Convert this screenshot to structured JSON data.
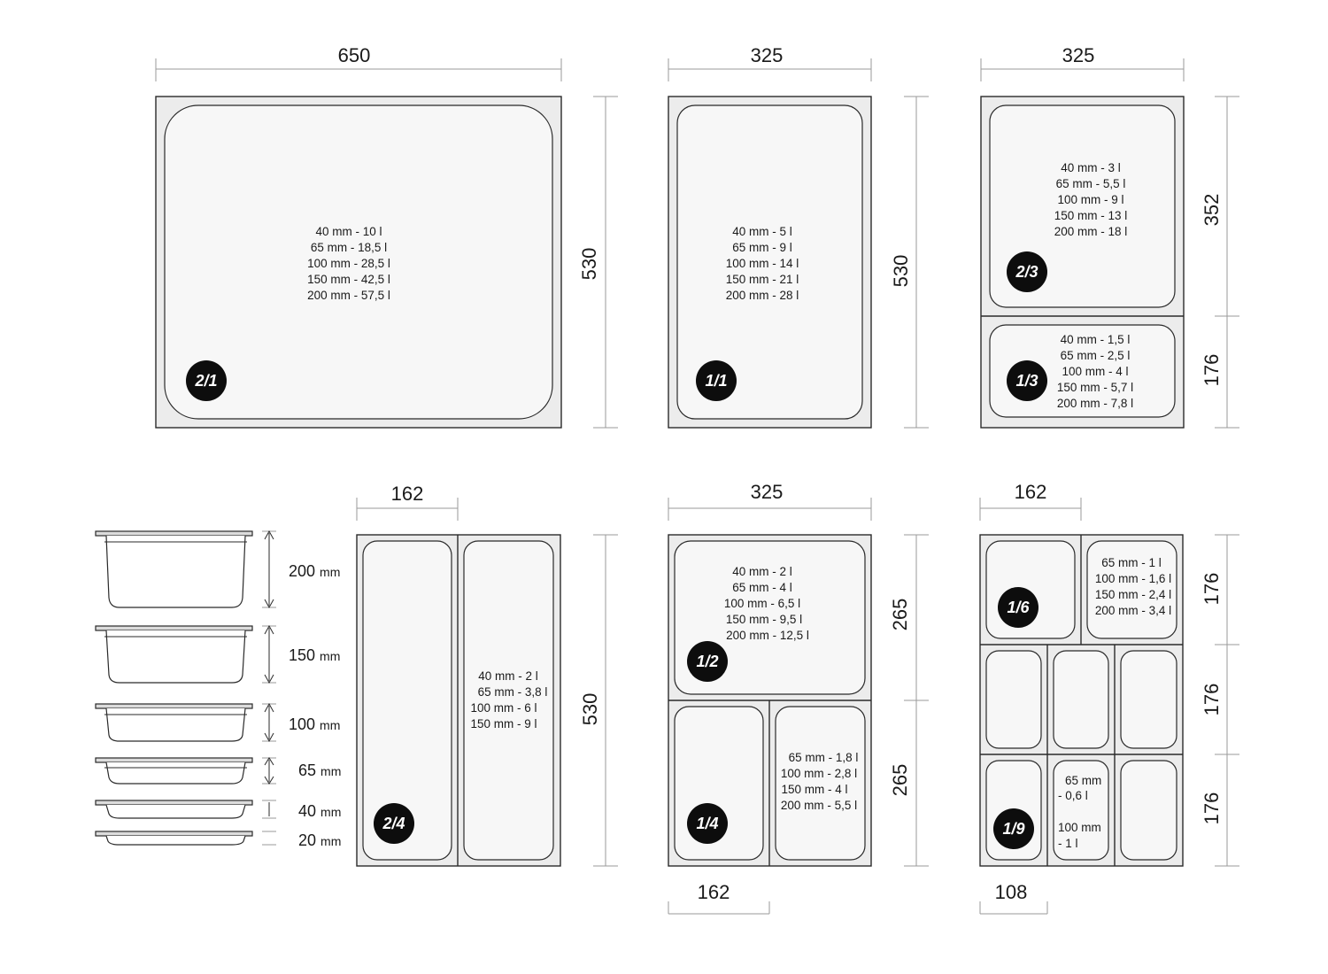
{
  "dimensions": {
    "top_2_1_width": "650",
    "top_2_1_height": "530",
    "top_1_1_width": "325",
    "top_1_1_height": "530",
    "top_23_width": "325",
    "top_23_height_upper": "352",
    "top_23_height_lower": "176",
    "bot_24_width": "162",
    "bot_24_height": "530",
    "bot_12_width": "325",
    "bot_12_height_upper": "265",
    "bot_12_height_lower": "265",
    "bot_12_bottom_width": "162",
    "bot_16_width": "162",
    "bot_16_h1": "176",
    "bot_16_h2": "176",
    "bot_16_h3": "176",
    "bot_16_bottom_width": "108"
  },
  "pans": {
    "p21": {
      "badge": "2/1",
      "capacities": [
        "40 mm - 10 l",
        "65 mm - 18,5 l",
        "100 mm - 28,5 l",
        "150 mm - 42,5 l",
        "200 mm - 57,5 l"
      ]
    },
    "p11": {
      "badge": "1/1",
      "capacities": [
        "40 mm - 5 l",
        "65 mm - 9 l",
        "100 mm - 14 l",
        "150 mm - 21 l",
        "200 mm - 28 l"
      ]
    },
    "p23": {
      "badge": "2/3",
      "capacities": [
        "40 mm - 3 l",
        "65 mm - 5,5 l",
        "100 mm - 9 l",
        "150 mm - 13 l",
        "200 mm - 18 l"
      ]
    },
    "p13": {
      "badge": "1/3",
      "capacities": [
        "40 mm - 1,5 l",
        "65 mm - 2,5 l",
        "100 mm - 4 l",
        "150 mm - 5,7 l",
        "200 mm - 7,8 l"
      ]
    },
    "p24": {
      "badge": "2/4",
      "capacities": [
        "40 mm - 2 l",
        "65 mm - 3,8 l",
        "100 mm - 6 l",
        "150 mm - 9 l"
      ]
    },
    "p12": {
      "badge": "1/2",
      "capacities": [
        "40 mm - 2 l",
        "65 mm - 4 l",
        "100 mm - 6,5 l",
        "150 mm - 9,5 l",
        "200 mm - 12,5 l"
      ]
    },
    "p14": {
      "badge": "1/4",
      "capacities": [
        "65 mm - 1,8 l",
        "100 mm - 2,8 l",
        "150 mm - 4 l",
        "200 mm - 5,5 l"
      ]
    },
    "p16": {
      "badge": "1/6",
      "capacities": [
        "65 mm - 1 l",
        "100 mm - 1,6 l",
        "150 mm - 2,4 l",
        "200 mm - 3,4 l"
      ]
    },
    "p19": {
      "badge": "1/9",
      "capacities": [
        "65 mm",
        "- 0,6 l",
        "",
        "100 mm",
        "- 1 l"
      ]
    }
  },
  "depths": [
    {
      "value": "200",
      "unit": "mm"
    },
    {
      "value": "150",
      "unit": "mm"
    },
    {
      "value": "100",
      "unit": "mm"
    },
    {
      "value": "65",
      "unit": "mm"
    },
    {
      "value": "40",
      "unit": "mm"
    },
    {
      "value": "20",
      "unit": "mm"
    }
  ]
}
